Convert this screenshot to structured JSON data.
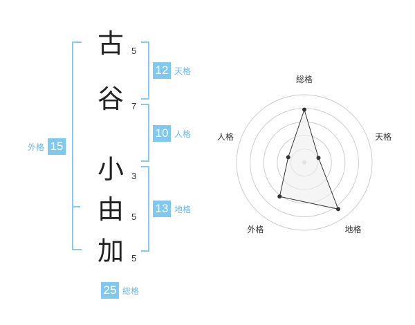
{
  "characters": [
    {
      "char": "古",
      "strokes": "5"
    },
    {
      "char": "谷",
      "strokes": "7"
    },
    {
      "char": "小",
      "strokes": "3"
    },
    {
      "char": "由",
      "strokes": "5"
    },
    {
      "char": "加",
      "strokes": "5"
    }
  ],
  "kakusu": {
    "tenkaku": {
      "value": "12",
      "label": "天格"
    },
    "jinkaku": {
      "value": "10",
      "label": "人格"
    },
    "chikaku": {
      "value": "13",
      "label": "地格"
    },
    "gaikaku": {
      "value": "15",
      "label": "外格"
    },
    "soukaku": {
      "value": "25",
      "label": "総格"
    }
  },
  "chart_data": {
    "type": "radar",
    "axes": [
      "総格",
      "天格",
      "地格",
      "外格",
      "人格"
    ],
    "values": [
      0.78,
      0.22,
      0.85,
      0.62,
      0.25
    ],
    "rings": 5,
    "colors": {
      "line": "#333333",
      "fill": "#eeeeee",
      "grid": "#cccccc",
      "accent": "#7fc8f0"
    }
  }
}
